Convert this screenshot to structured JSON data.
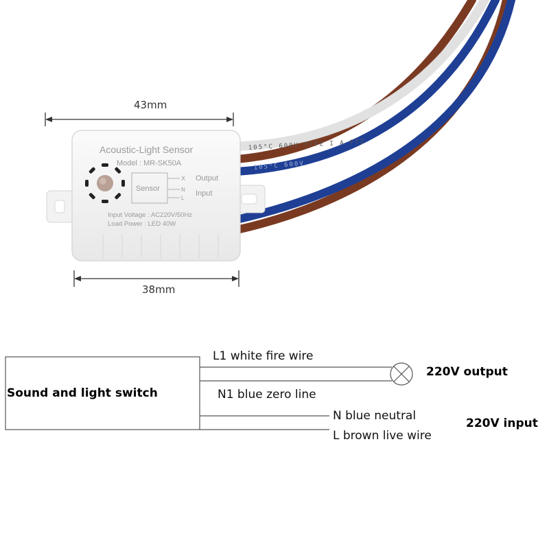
{
  "colors": {
    "wire_white": "#ececec",
    "wire_blue": "#1f3f95",
    "wire_brown": "#7a3a22",
    "device_body": "#f4f4f4",
    "diagram_line": "#555555"
  },
  "product": {
    "width_top": "43mm",
    "width_bottom": "38mm",
    "device": {
      "title": "Acoustic-Light Sensor",
      "model": "Model : MR-SK50A",
      "sensor_label": "Sensor",
      "terminal_x": "X",
      "terminal_n": "N",
      "terminal_l": "L",
      "output_label": "Output",
      "input_label": "Input",
      "input_voltage": "Input Voltage : AC220V/50Hz",
      "load_power": "Load   Power : LED 40W"
    },
    "wire_prints": {
      "white": "105°C  600V  TYPE  I  A  FTI",
      "blue": "105°C  600V"
    }
  },
  "wiring": {
    "switch_label": "Sound and light switch",
    "l1_label": "L1 white fire wire",
    "n1_label": "N1 blue zero line",
    "output_label": "220V output",
    "n_label": "N blue neutral",
    "l_label": "L brown live wire",
    "input_label": "220V input",
    "lamp_icon": "lamp-icon"
  }
}
